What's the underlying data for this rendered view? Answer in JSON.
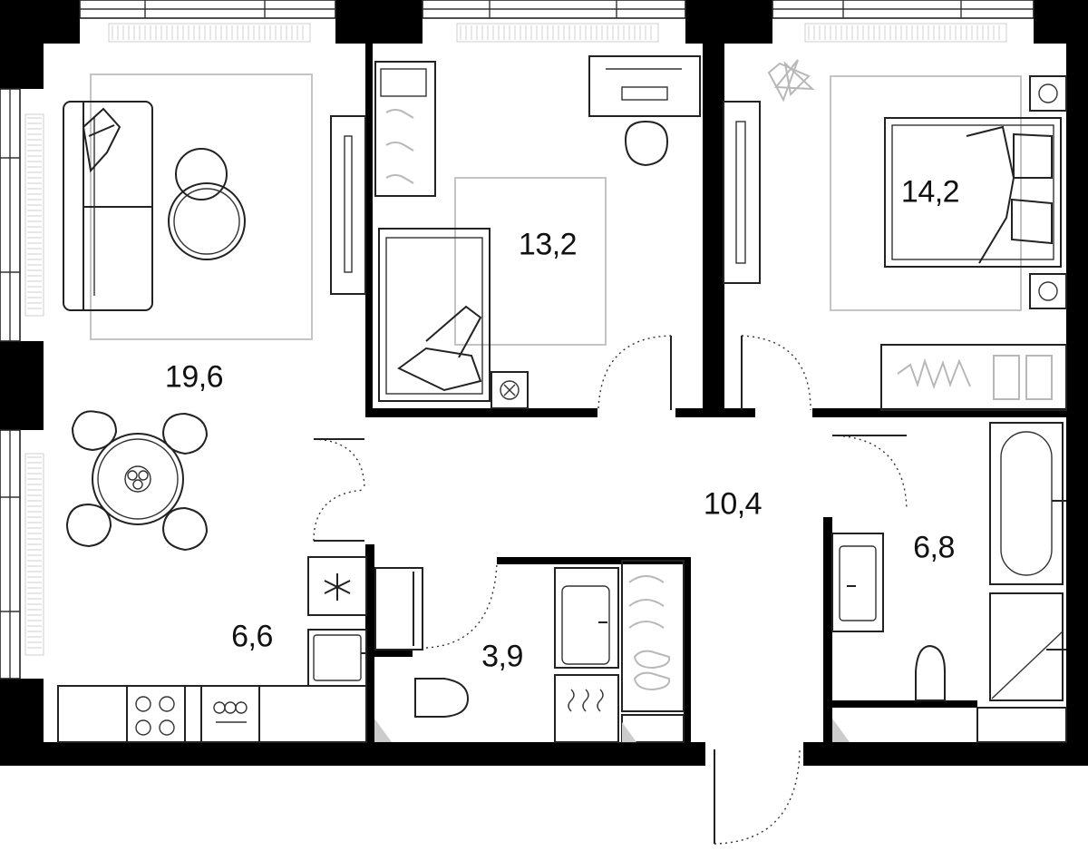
{
  "rooms": [
    {
      "id": "living",
      "area": "19,6"
    },
    {
      "id": "bedroom-small",
      "area": "13,2"
    },
    {
      "id": "bedroom-master",
      "area": "14,2"
    },
    {
      "id": "hallway",
      "area": "10,4"
    },
    {
      "id": "kitchen",
      "area": "6,6"
    },
    {
      "id": "bathroom",
      "area": "6,8"
    },
    {
      "id": "wc",
      "area": "3,9"
    }
  ]
}
